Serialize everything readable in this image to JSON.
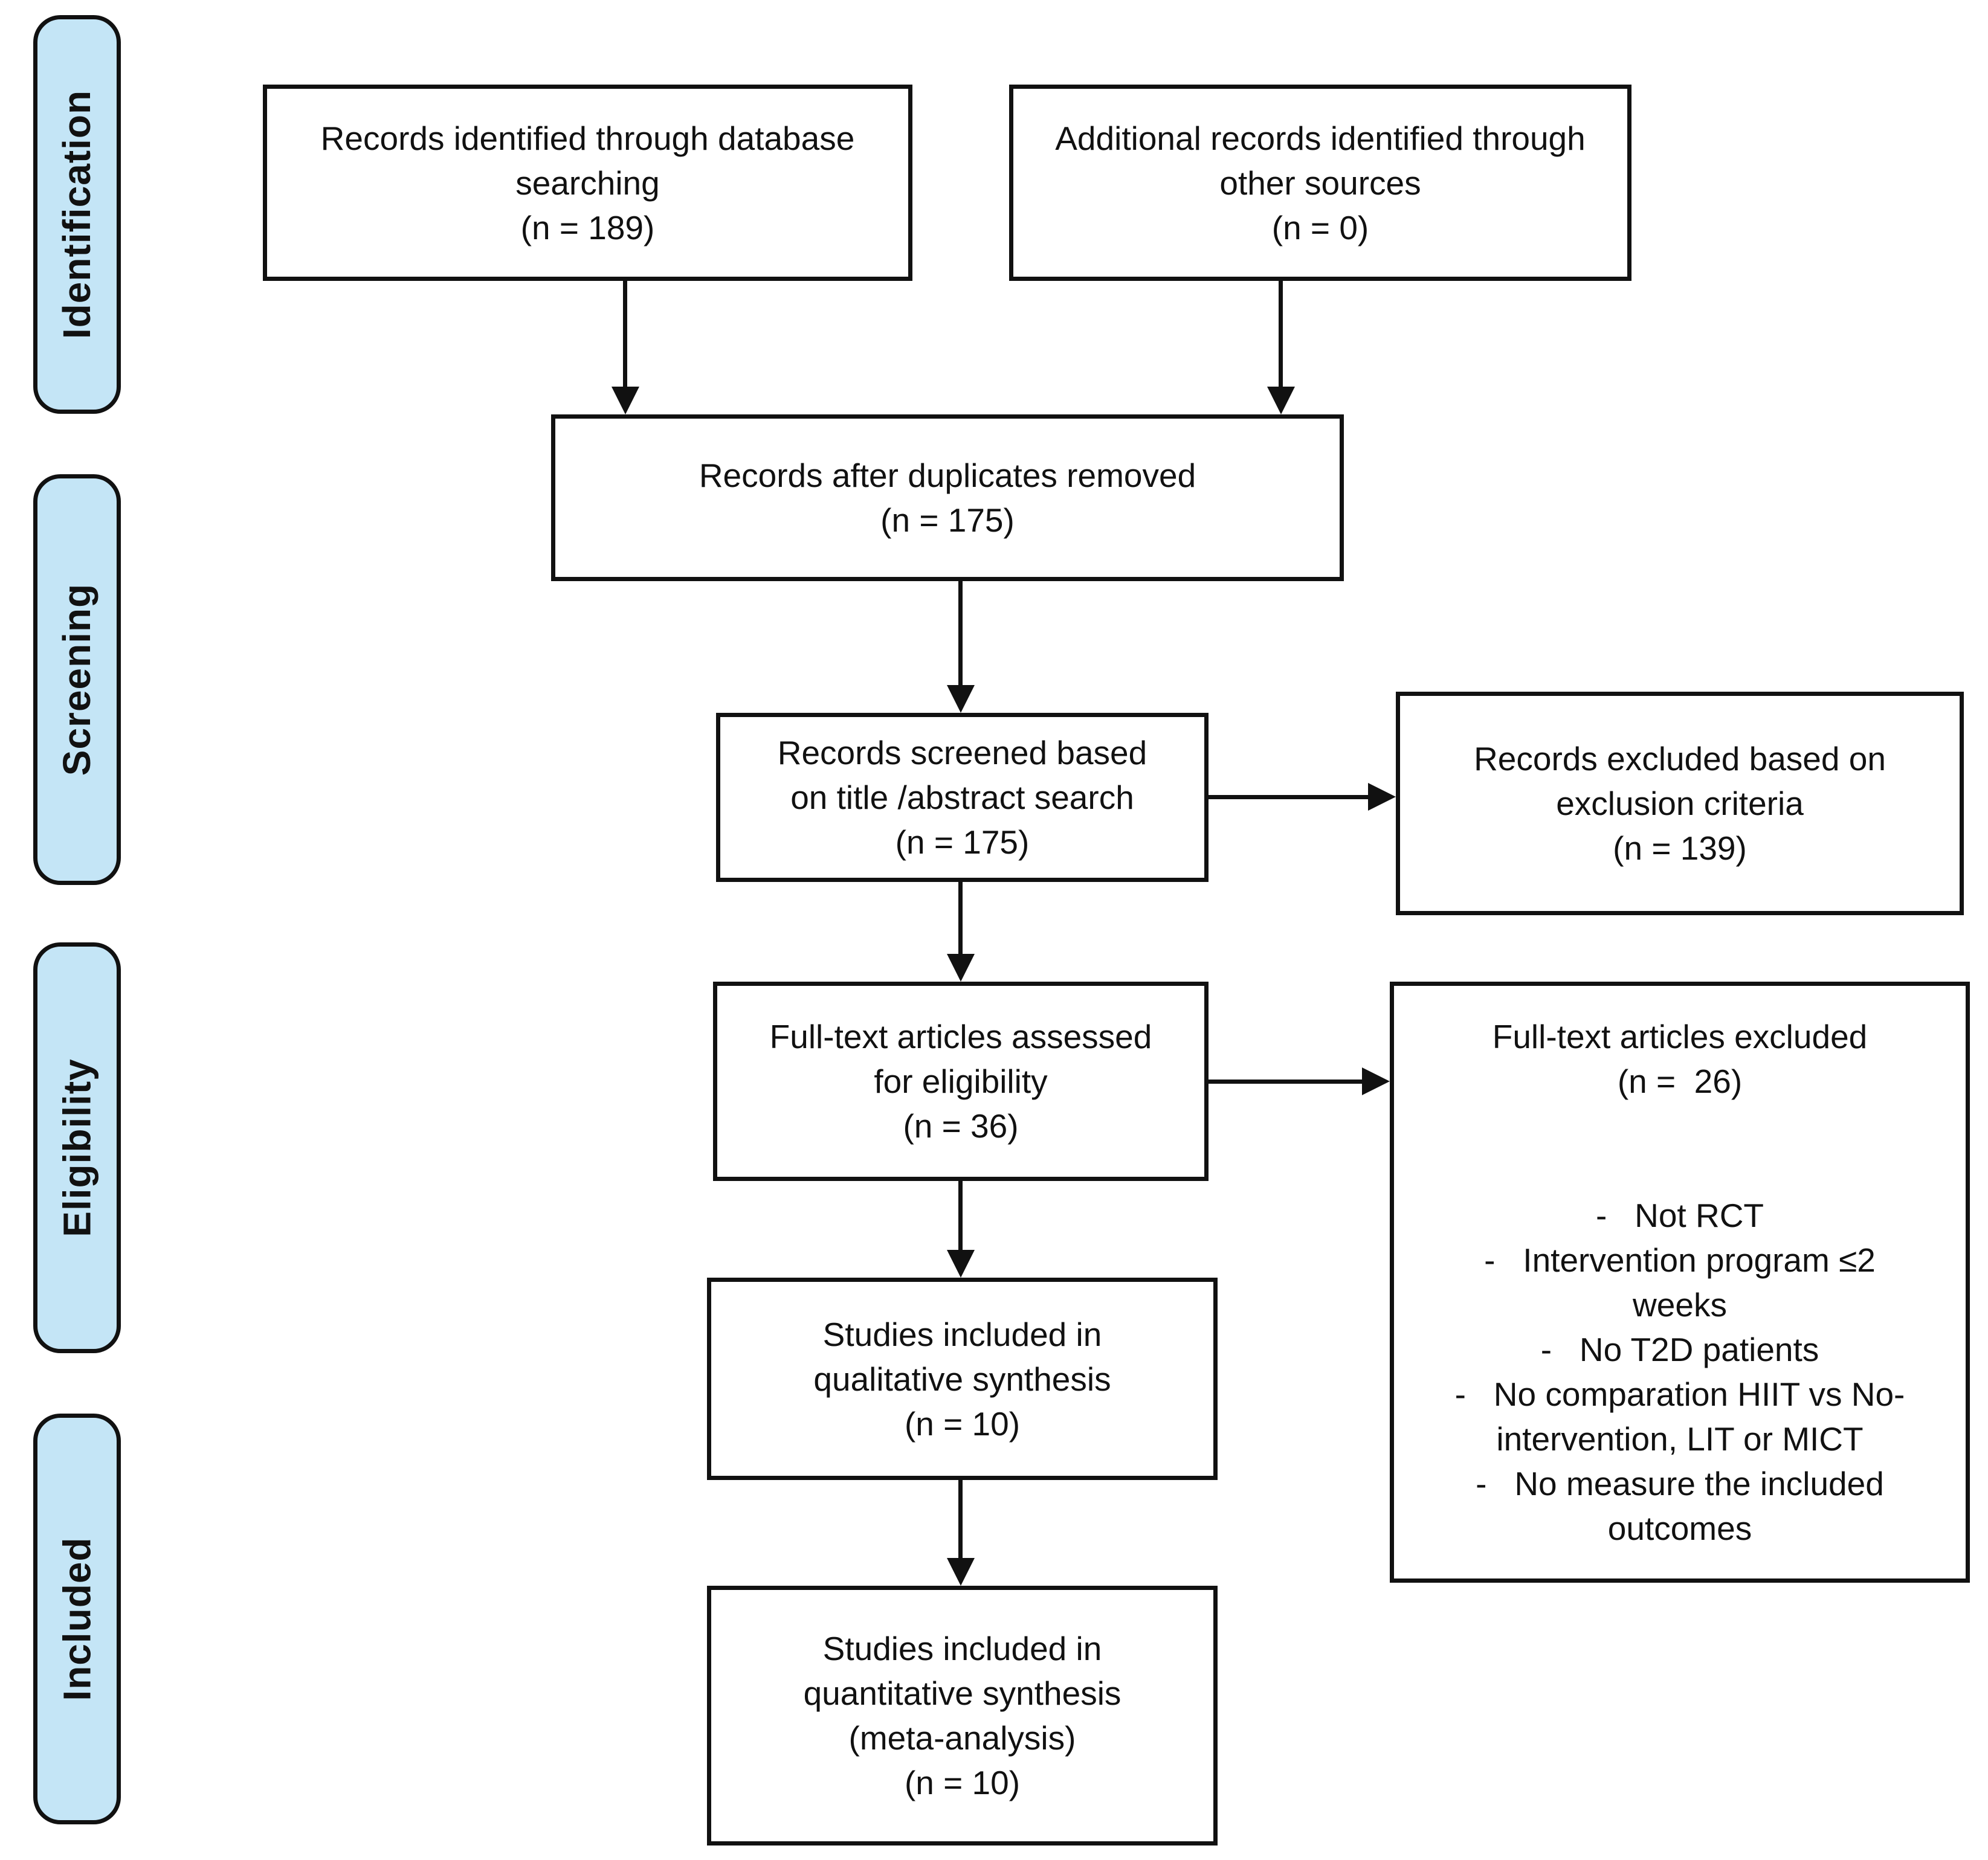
{
  "sidebar": {
    "fill_color": "#C4E5F6",
    "border_color": "#111111",
    "stages": [
      {
        "label": "Identification"
      },
      {
        "label": "Screening"
      },
      {
        "label": "Eligibility"
      },
      {
        "label": "Included"
      }
    ]
  },
  "boxes": {
    "records_identified": {
      "text": "Records identified through database\nsearching\n(n = 189)"
    },
    "additional_records": {
      "text": "Additional records identified through\nother sources\n(n = 0)"
    },
    "after_duplicates": {
      "text": "Records after duplicates removed\n(n = 175)"
    },
    "records_screened": {
      "text": "Records screened based\non title /abstract search\n(n = 175)"
    },
    "records_excluded": {
      "text": "Records excluded based on\nexclusion criteria\n(n = 139)"
    },
    "fulltext_assessed": {
      "text": "Full-text articles assessed\nfor eligibility\n(n = 36)"
    },
    "fulltext_excluded": {
      "text": "Full-text articles excluded\n(n =  26)\n\n\n-   Not RCT\n-   Intervention program ≤2\nweeks\n-   No T2D patients\n-   No comparation HIIT vs No-\nintervention, LIT or MICT\n-   No measure the included\noutcomes"
    },
    "qualitative": {
      "text": "Studies included in\nqualitative synthesis\n(n = 10)"
    },
    "quantitative": {
      "text": "Studies included in\nquantitative synthesis\n(meta-analysis)\n(n = 10)"
    }
  }
}
